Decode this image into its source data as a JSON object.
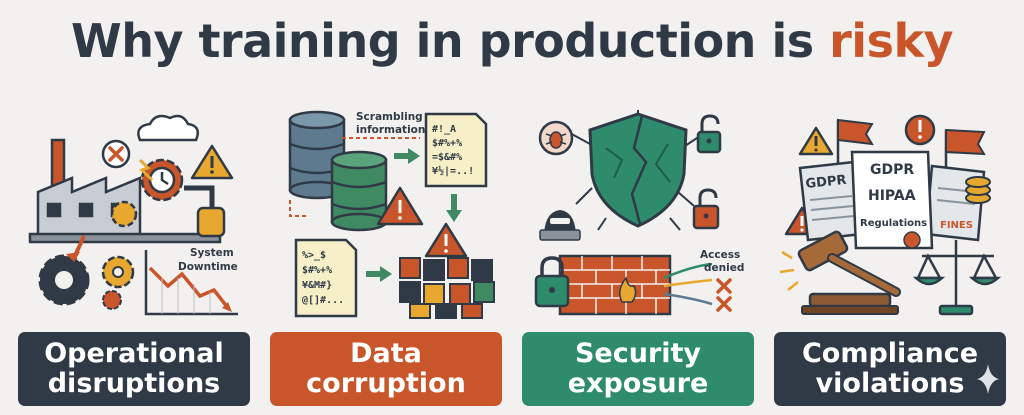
{
  "title": {
    "main": "Why training in production is ",
    "accent": "risky"
  },
  "colors": {
    "dark": "#2f3a46",
    "orange": "#c9552a",
    "green": "#2e8b6c",
    "background": "#f2f1ef"
  },
  "panels": [
    {
      "illustration_texts": {
        "downtime_line1": "System",
        "downtime_line2": "Downtime"
      },
      "label_line1": "Operational",
      "label_line2": "disruptions",
      "icons": [
        "factory-icon",
        "gear-icon",
        "warning-icon",
        "error-icon",
        "downtrend-chart-icon"
      ]
    },
    {
      "illustration_texts": {
        "scramble_line1": "Scrambling",
        "scramble_line2": "information",
        "code_a1": "#!_A",
        "code_a2": "$#%+%",
        "code_a3": "=$&#%",
        "code_a4": "¥½|=..!",
        "code_b1": "%>_$",
        "code_b2": "$#%+%",
        "code_b3": "¥&M#}",
        "code_b4": "@[]#..."
      },
      "label_line1": "Data",
      "label_line2": "corruption",
      "icons": [
        "database-icon",
        "document-icon",
        "warning-icon",
        "broken-grid-icon"
      ]
    },
    {
      "illustration_texts": {
        "access_line1": "Access",
        "access_line2": "denied"
      },
      "label_line1": "Security",
      "label_line2": "exposure",
      "icons": [
        "bug-icon",
        "cracked-shield-icon",
        "open-lock-icon",
        "hacker-icon",
        "firewall-icon",
        "lock-icon"
      ]
    },
    {
      "illustration_texts": {
        "doc1": "GDPR",
        "doc2": "GDPR",
        "doc3": "HIPAA",
        "doc4": "Regulations",
        "doc5": "FINES"
      },
      "label_line1": "Compliance",
      "label_line2": "violations",
      "icons": [
        "gavel-icon",
        "scales-icon",
        "flag-icon",
        "warning-icon",
        "coins-icon"
      ]
    }
  ]
}
